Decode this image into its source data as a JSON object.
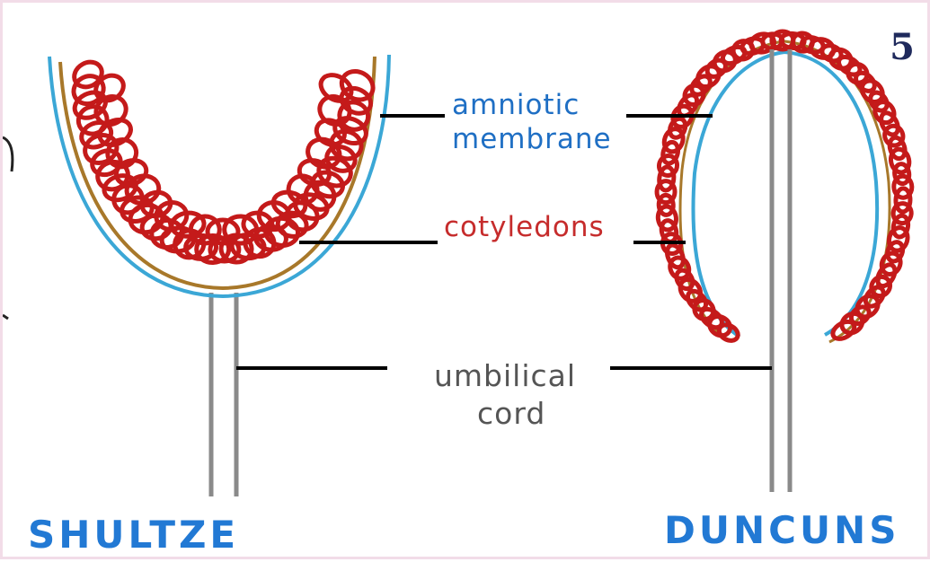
{
  "page_number": "5",
  "labels": {
    "amniotic_line1": "amniotic",
    "amniotic_line2": "membrane",
    "cotyledons": "cotyledons",
    "umbilical_line1": "umbilical",
    "umbilical_line2": "cord"
  },
  "diagrams": {
    "left_title": "SHULTZE",
    "right_title": "DUNCUNS"
  },
  "colors": {
    "amnion": "#3ba7d6",
    "chorion": "#a8782a",
    "cotyledon": "#c41a1a",
    "cord": "#8a8a8a",
    "leader": "#000000",
    "title": "#2279d4",
    "label_blue": "#1f6fc4",
    "label_red": "#c62c2c",
    "label_gray": "#555555"
  }
}
